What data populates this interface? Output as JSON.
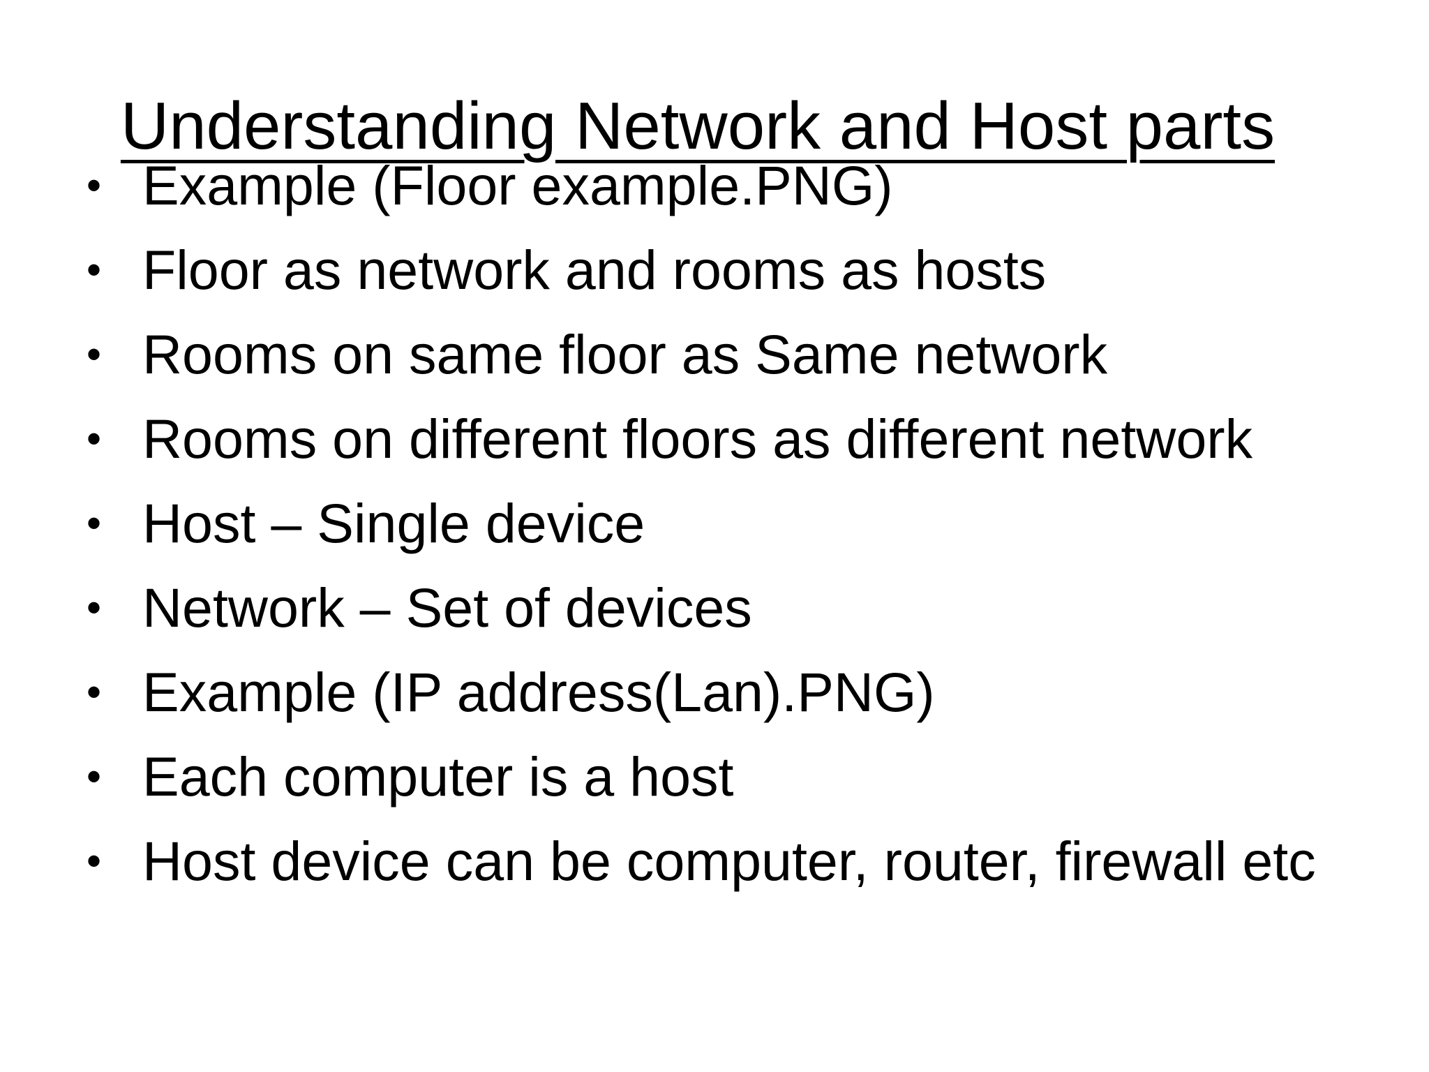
{
  "slide": {
    "title": "Understanding Network and Host parts",
    "bullet_symbol": "•",
    "bullets": [
      "Example (Floor example.PNG)",
      "Floor as network and rooms as hosts",
      "Rooms on same floor as Same network",
      "Rooms on different floors as different network",
      "Host – Single device",
      "Network – Set of devices",
      "Example (IP address(Lan).PNG)",
      "Each computer is a host",
      "Host device can be computer, router, firewall etc"
    ]
  }
}
